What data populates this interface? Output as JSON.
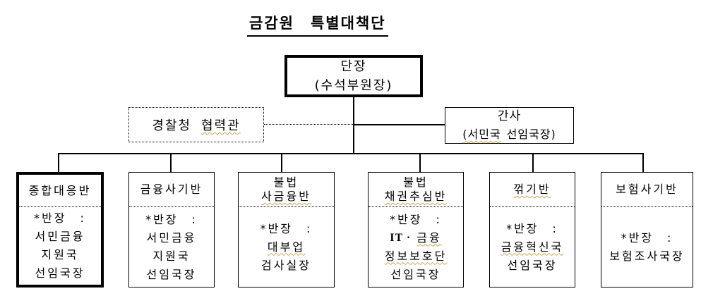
{
  "title": "금감원　특별대책단",
  "colors": {
    "text": "#000000",
    "background": "#ffffff",
    "border": "#000000",
    "spellcheck_underline": "#cfa258"
  },
  "leader_box": {
    "line1": "단장",
    "line2": "(수석부원장)"
  },
  "police_box": {
    "word1": "경찰청",
    "word2": "협력관"
  },
  "secretary_box": {
    "line1": "간사",
    "line2_word1": "(서민국",
    "line2_word2": "선임국장)"
  },
  "teams": [
    {
      "header_line1": "종합대응반",
      "body_line1": "*반장　:",
      "body_line2": "서민금융",
      "body_line3": "지원국",
      "body_line4": "선임국장"
    },
    {
      "header_line1": "금융사기반",
      "body_line1": "*반장　:",
      "body_line2": "서민금융",
      "body_line3": "지원국",
      "body_line4": "선임국장"
    },
    {
      "header_line1": "불법",
      "header_line2": "사금융반",
      "body_line1": "*반장　:",
      "body_line2": "대부업",
      "body_line3": "검사실장"
    },
    {
      "header_line1": "불법",
      "header_line2": "채권추심반",
      "body_line1": "*반장　:",
      "body_line2_seg1": "IT ·",
      "body_line2_seg2": "금융",
      "body_line3": "정보보호단",
      "body_line4": "선임국장"
    },
    {
      "header_line1": "꺾기반",
      "body_line1": "*반장　:",
      "body_line2": "금융혁신국",
      "body_line3": "선임국장"
    },
    {
      "header_line1": "보험사기반",
      "body_line1": "*반장　:",
      "body_line2": "보험조사국장"
    }
  ]
}
